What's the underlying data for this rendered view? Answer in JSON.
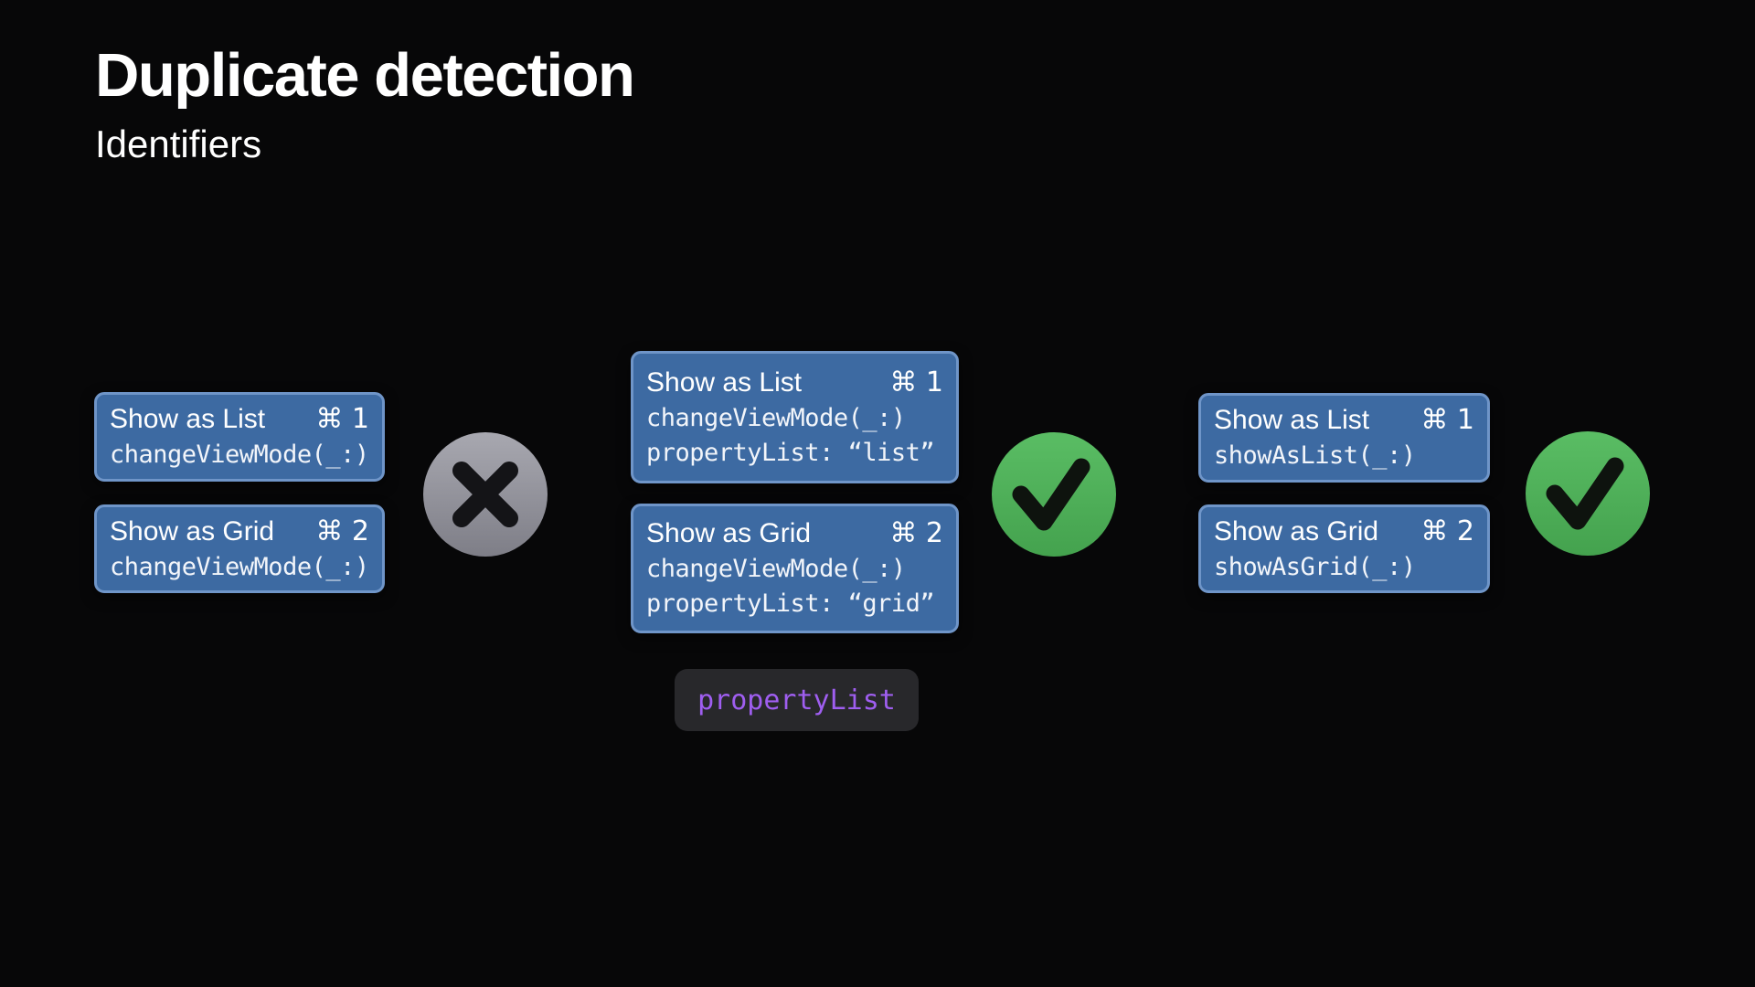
{
  "slide": {
    "title": "Duplicate detection",
    "subtitle": "Identifiers",
    "background": "#070708"
  },
  "colors": {
    "menu_fill": "#3d6aa2",
    "menu_border": "#6f95c8",
    "menu_text": "#ffffff",
    "chip_bg": "#28282b",
    "chip_text": "#9f5ef0",
    "cross_circle_gray": "#93939b",
    "check_circle_green": "#4fae59",
    "mark_dark": "#141418"
  },
  "groups": [
    {
      "verdict": "rejected",
      "verdict_icon": "cross-circle-icon",
      "items": [
        {
          "label": "Show as List",
          "shortcut": "⌘ 1",
          "code_lines": [
            "changeViewMode(_:)"
          ]
        },
        {
          "label": "Show as Grid",
          "shortcut": "⌘ 2",
          "code_lines": [
            "changeViewMode(_:)"
          ]
        }
      ]
    },
    {
      "verdict": "accepted",
      "verdict_icon": "check-circle-icon",
      "caption": "propertyList",
      "items": [
        {
          "label": "Show as List",
          "shortcut": "⌘ 1",
          "code_lines": [
            "changeViewMode(_:)",
            "propertyList: “list”"
          ]
        },
        {
          "label": "Show as Grid",
          "shortcut": "⌘ 2",
          "code_lines": [
            "changeViewMode(_:)",
            "propertyList: “grid”"
          ]
        }
      ]
    },
    {
      "verdict": "accepted",
      "verdict_icon": "check-circle-icon",
      "items": [
        {
          "label": "Show as List",
          "shortcut": "⌘ 1",
          "code_lines": [
            "showAsList(_:)"
          ]
        },
        {
          "label": "Show as Grid",
          "shortcut": "⌘ 2",
          "code_lines": [
            "showAsGrid(_:)"
          ]
        }
      ]
    }
  ]
}
